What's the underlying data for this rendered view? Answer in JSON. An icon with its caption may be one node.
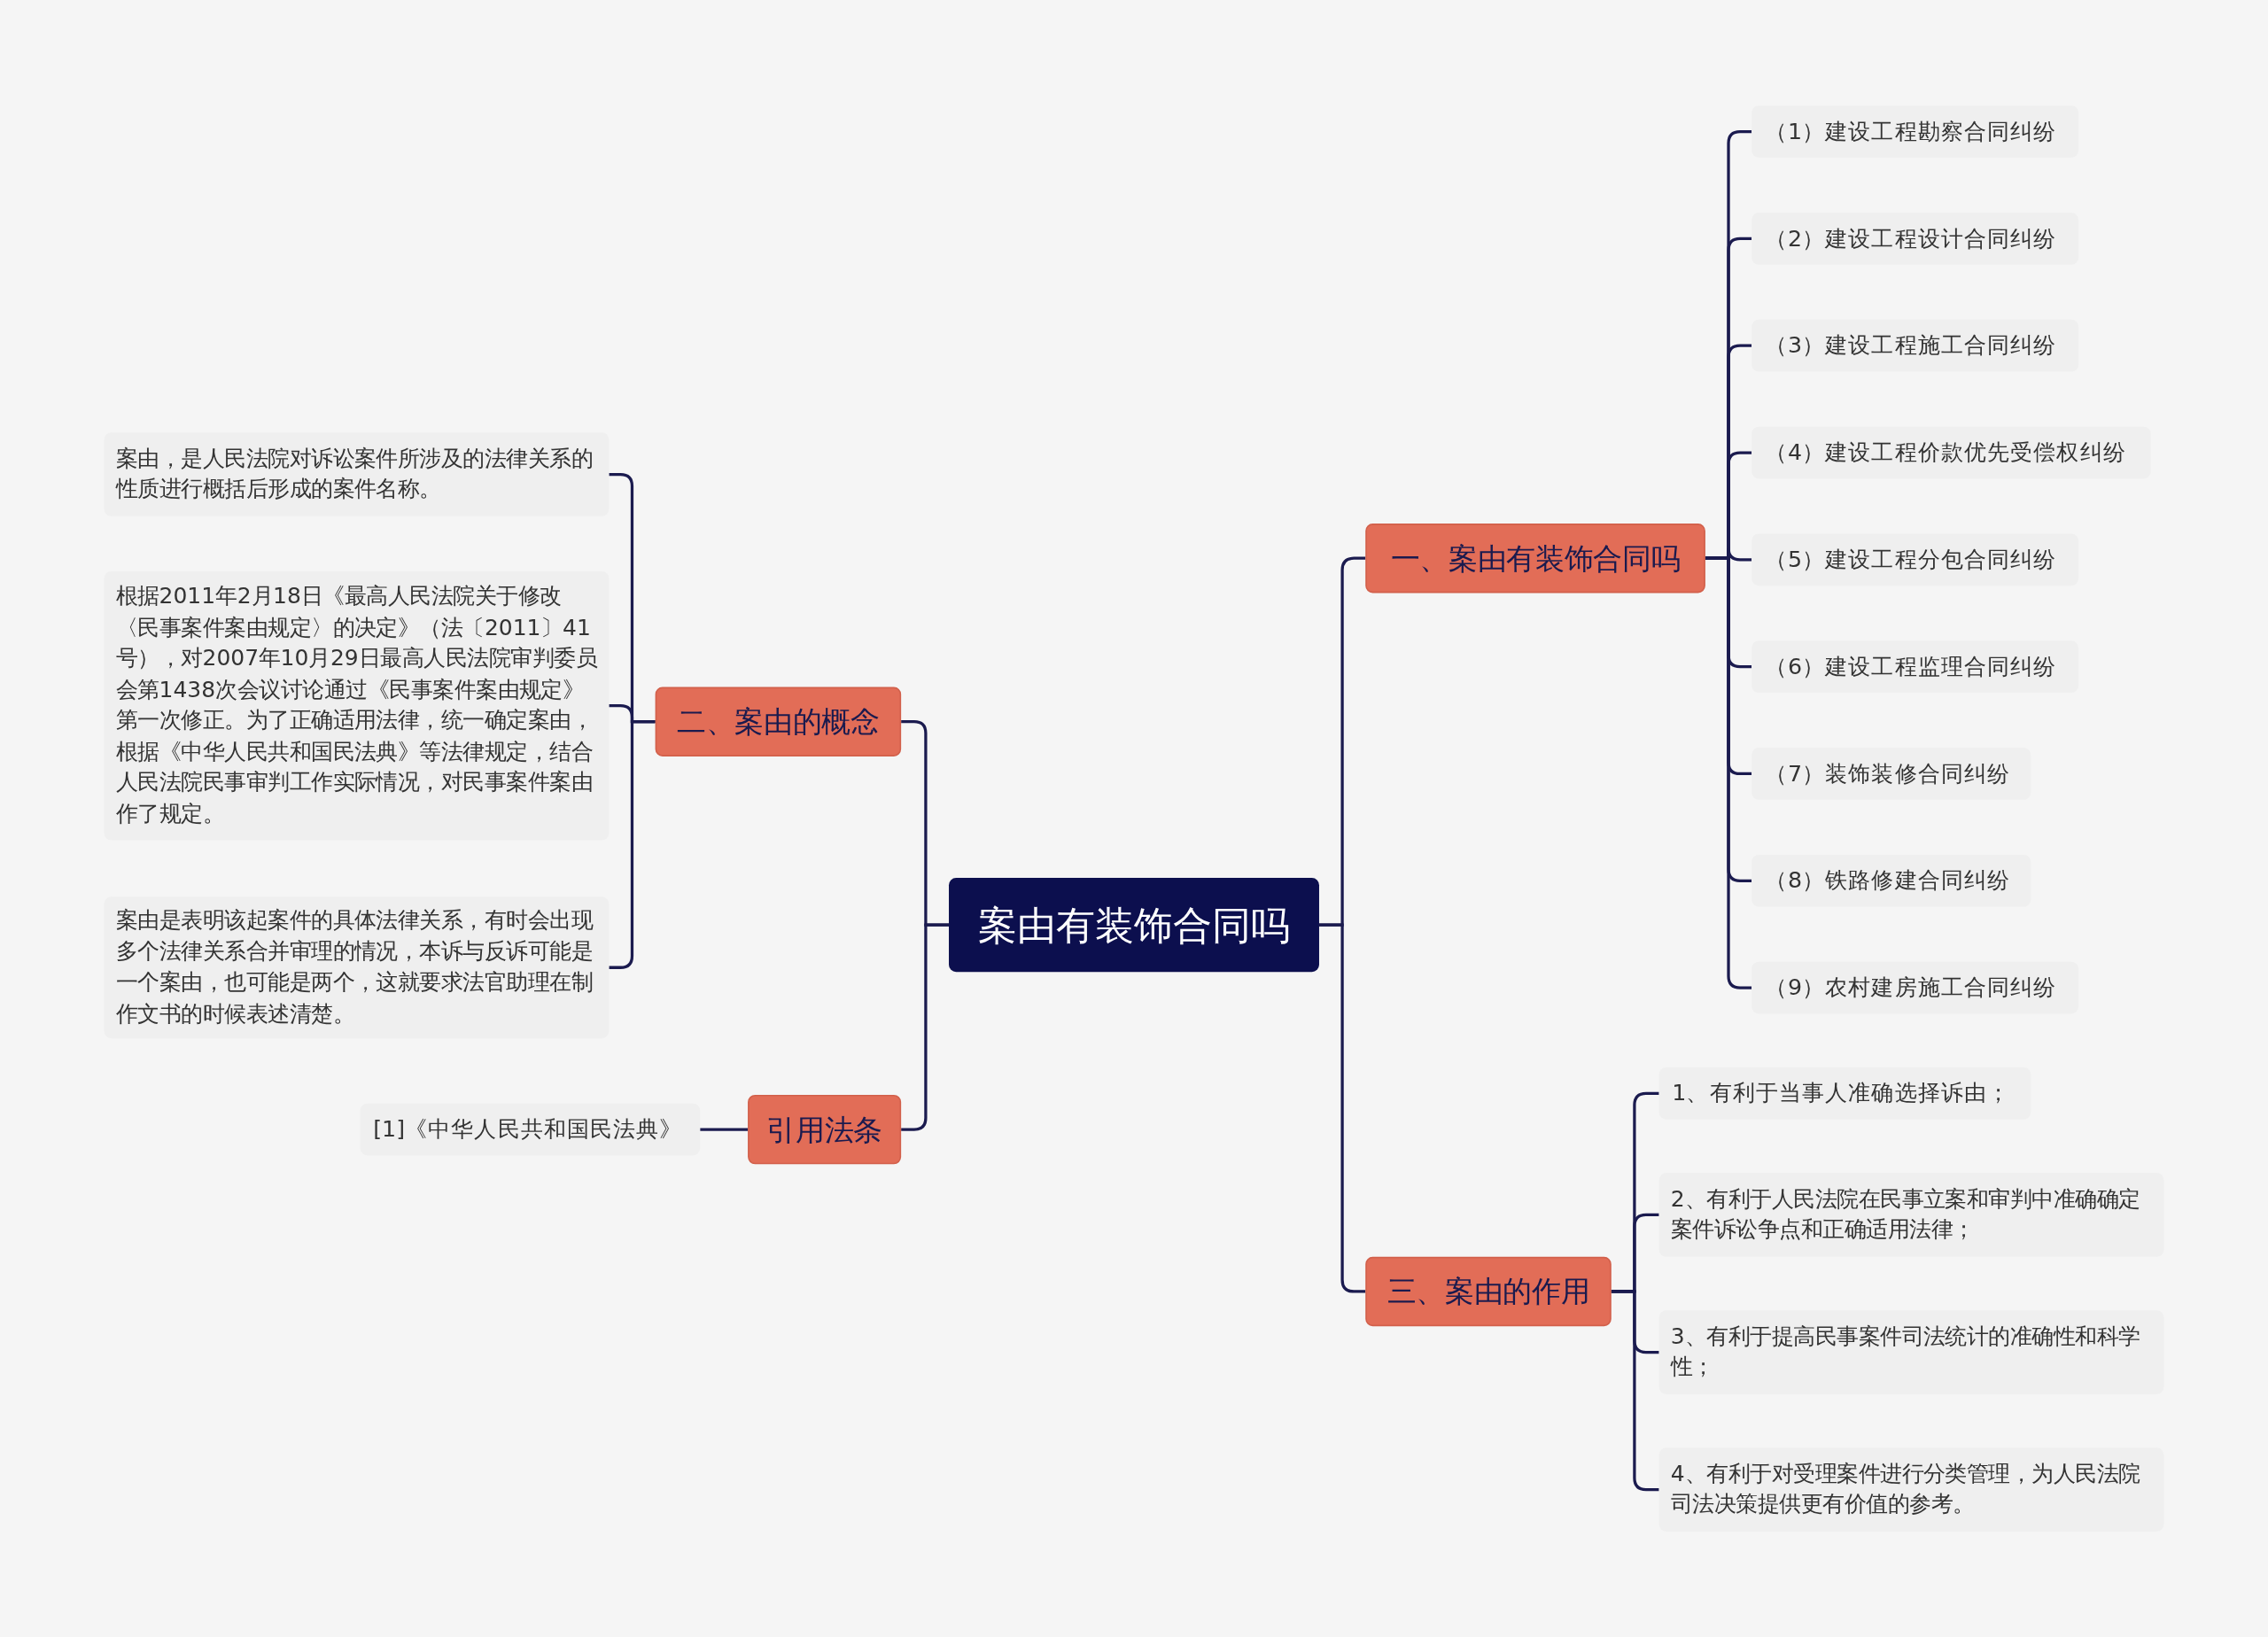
{
  "diagram": {
    "nodes": [
      {
        "text": [
          "案由有装饰合同吗"
        ]
      },
      {
        "text": [
          "一、案由有装饰合同吗"
        ]
      },
      {
        "text": [
          "（1）建设工程勘察合同纠纷"
        ]
      },
      {
        "text": [
          "（2）建设工程设计合同纠纷"
        ]
      },
      {
        "text": [
          "（3）建设工程施工合同纠纷"
        ]
      },
      {
        "text": [
          "（4）建设工程价款优先受偿权纠纷"
        ]
      },
      {
        "text": [
          "（5）建设工程分包合同纠纷"
        ]
      },
      {
        "text": [
          "（6）建设工程监理合同纠纷"
        ]
      },
      {
        "text": [
          "（7）装饰装修合同纠纷"
        ]
      },
      {
        "text": [
          "（8）铁路修建合同纠纷"
        ]
      },
      {
        "text": [
          "（9）农村建房施工合同纠纷"
        ]
      },
      {
        "text": [
          "二、案由的概念"
        ]
      },
      {
        "text": [
          "案由，是人民法院对诉讼案件所涉及的法律关系的性质进行概括后形成的案件名称。"
        ]
      },
      {
        "text": [
          "根据2011年2月18日《最高人民法院关于修改〈民事案件案由规定〉的决定》（法〔2011〕41号），对2007年10月29日最高人民法院审判委员会第1438次会议讨论通过《民事案件案由规定》第一次修正。为了正确适用法律，统一确定案由，根据《中华人民共和国民法典》等法律规定，结合人民法院民事审判工作实际情况，对民事案件案由作了规定。"
        ]
      },
      {
        "text": [
          "案由是表明该起案件的具体法律关系，有时会出现多个法律关系合并审理的情况，本诉与反诉可能是一个案由，也可能是两个，这就要求法官助理在制作文书的时候表述清楚。"
        ]
      },
      {
        "text": [
          "三、案由的作用"
        ]
      },
      {
        "text": [
          "1、有利于当事人准确选择诉由；"
        ]
      },
      {
        "text": [
          "2、有利于人民法院在民事立案和审判中准确确定案件诉讼争点和正确适用法律；"
        ]
      },
      {
        "text": [
          "3、有利于提高民事案件司法统计的准确性和科学性；"
        ]
      },
      {
        "text": [
          "4、有利于对受理案件进行分类管理，为人民法院司法决策提供更有价值的参考。"
        ]
      },
      {
        "text": [
          "引用法条"
        ]
      },
      {
        "text": [
          "[1]《中华人民共和国民法典》"
        ]
      }
    ],
    "edges": [
      {
        "from": 0,
        "to": 1,
        "arrow": "none"
      },
      {
        "from": 1,
        "to": 2,
        "arrow": "none"
      },
      {
        "from": 1,
        "to": 3,
        "arrow": "none"
      },
      {
        "from": 1,
        "to": 4,
        "arrow": "none"
      },
      {
        "from": 1,
        "to": 5,
        "arrow": "none"
      },
      {
        "from": 1,
        "to": 6,
        "arrow": "none"
      },
      {
        "from": 1,
        "to": 7,
        "arrow": "none"
      },
      {
        "from": 1,
        "to": 8,
        "arrow": "none"
      },
      {
        "from": 1,
        "to": 9,
        "arrow": "none"
      },
      {
        "from": 1,
        "to": 10,
        "arrow": "none"
      },
      {
        "from": 0,
        "to": 11,
        "arrow": "none"
      },
      {
        "from": 11,
        "to": 12,
        "arrow": "none"
      },
      {
        "from": 11,
        "to": 13,
        "arrow": "none"
      },
      {
        "from": 11,
        "to": 14,
        "arrow": "none"
      },
      {
        "from": 0,
        "to": 15,
        "arrow": "none"
      },
      {
        "from": 15,
        "to": 16,
        "arrow": "none"
      },
      {
        "from": 15,
        "to": 17,
        "arrow": "none"
      },
      {
        "from": 15,
        "to": 18,
        "arrow": "none"
      },
      {
        "from": 15,
        "to": 19,
        "arrow": "none"
      },
      {
        "from": 0,
        "to": 20,
        "arrow": "none"
      },
      {
        "from": 20,
        "to": 21,
        "arrow": "none"
      }
    ]
  }
}
